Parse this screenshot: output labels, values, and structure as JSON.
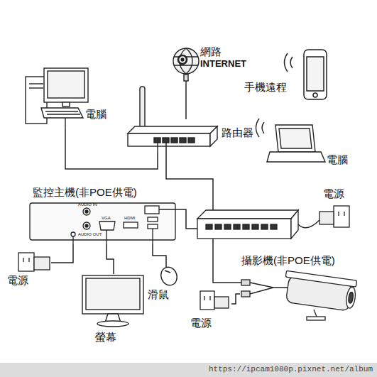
{
  "diagram": {
    "nodes": [
      {
        "text": [
          "網路",
          "INTERNET"
        ]
      },
      {
        "text": [
          "手機遠程"
        ]
      },
      {
        "text": [
          "電腦"
        ]
      },
      {
        "text": [
          "路由器"
        ]
      },
      {
        "text": [
          "電腦"
        ]
      },
      {
        "text": [
          "監控主機(非POE供電)"
        ]
      },
      {
        "text": [
          "電源"
        ]
      },
      {
        "text": [
          "攝影機(非POE供電)"
        ]
      },
      {
        "text": [
          "電源"
        ]
      },
      {
        "text": [
          "滑鼠"
        ]
      },
      {
        "text": [
          "螢幕"
        ]
      },
      {
        "text": [
          "電源"
        ]
      }
    ],
    "edges": [
      {
        "from": 0,
        "to": 3,
        "arrow": "none"
      },
      {
        "from": 2,
        "to": 3,
        "arrow": "none"
      },
      {
        "from": 5,
        "to": 8,
        "arrow": "none"
      },
      {
        "from": 5,
        "to": 10,
        "arrow": "none"
      },
      {
        "from": 5,
        "to": 9,
        "arrow": "none"
      },
      {
        "from": 7,
        "to": 11,
        "arrow": "none"
      }
    ],
    "labels": [
      "AUDIO IN",
      "AUDIO OUT",
      "VGA",
      "HDMI",
      "https://ipcam1080p.pixnet.net/album"
    ]
  }
}
